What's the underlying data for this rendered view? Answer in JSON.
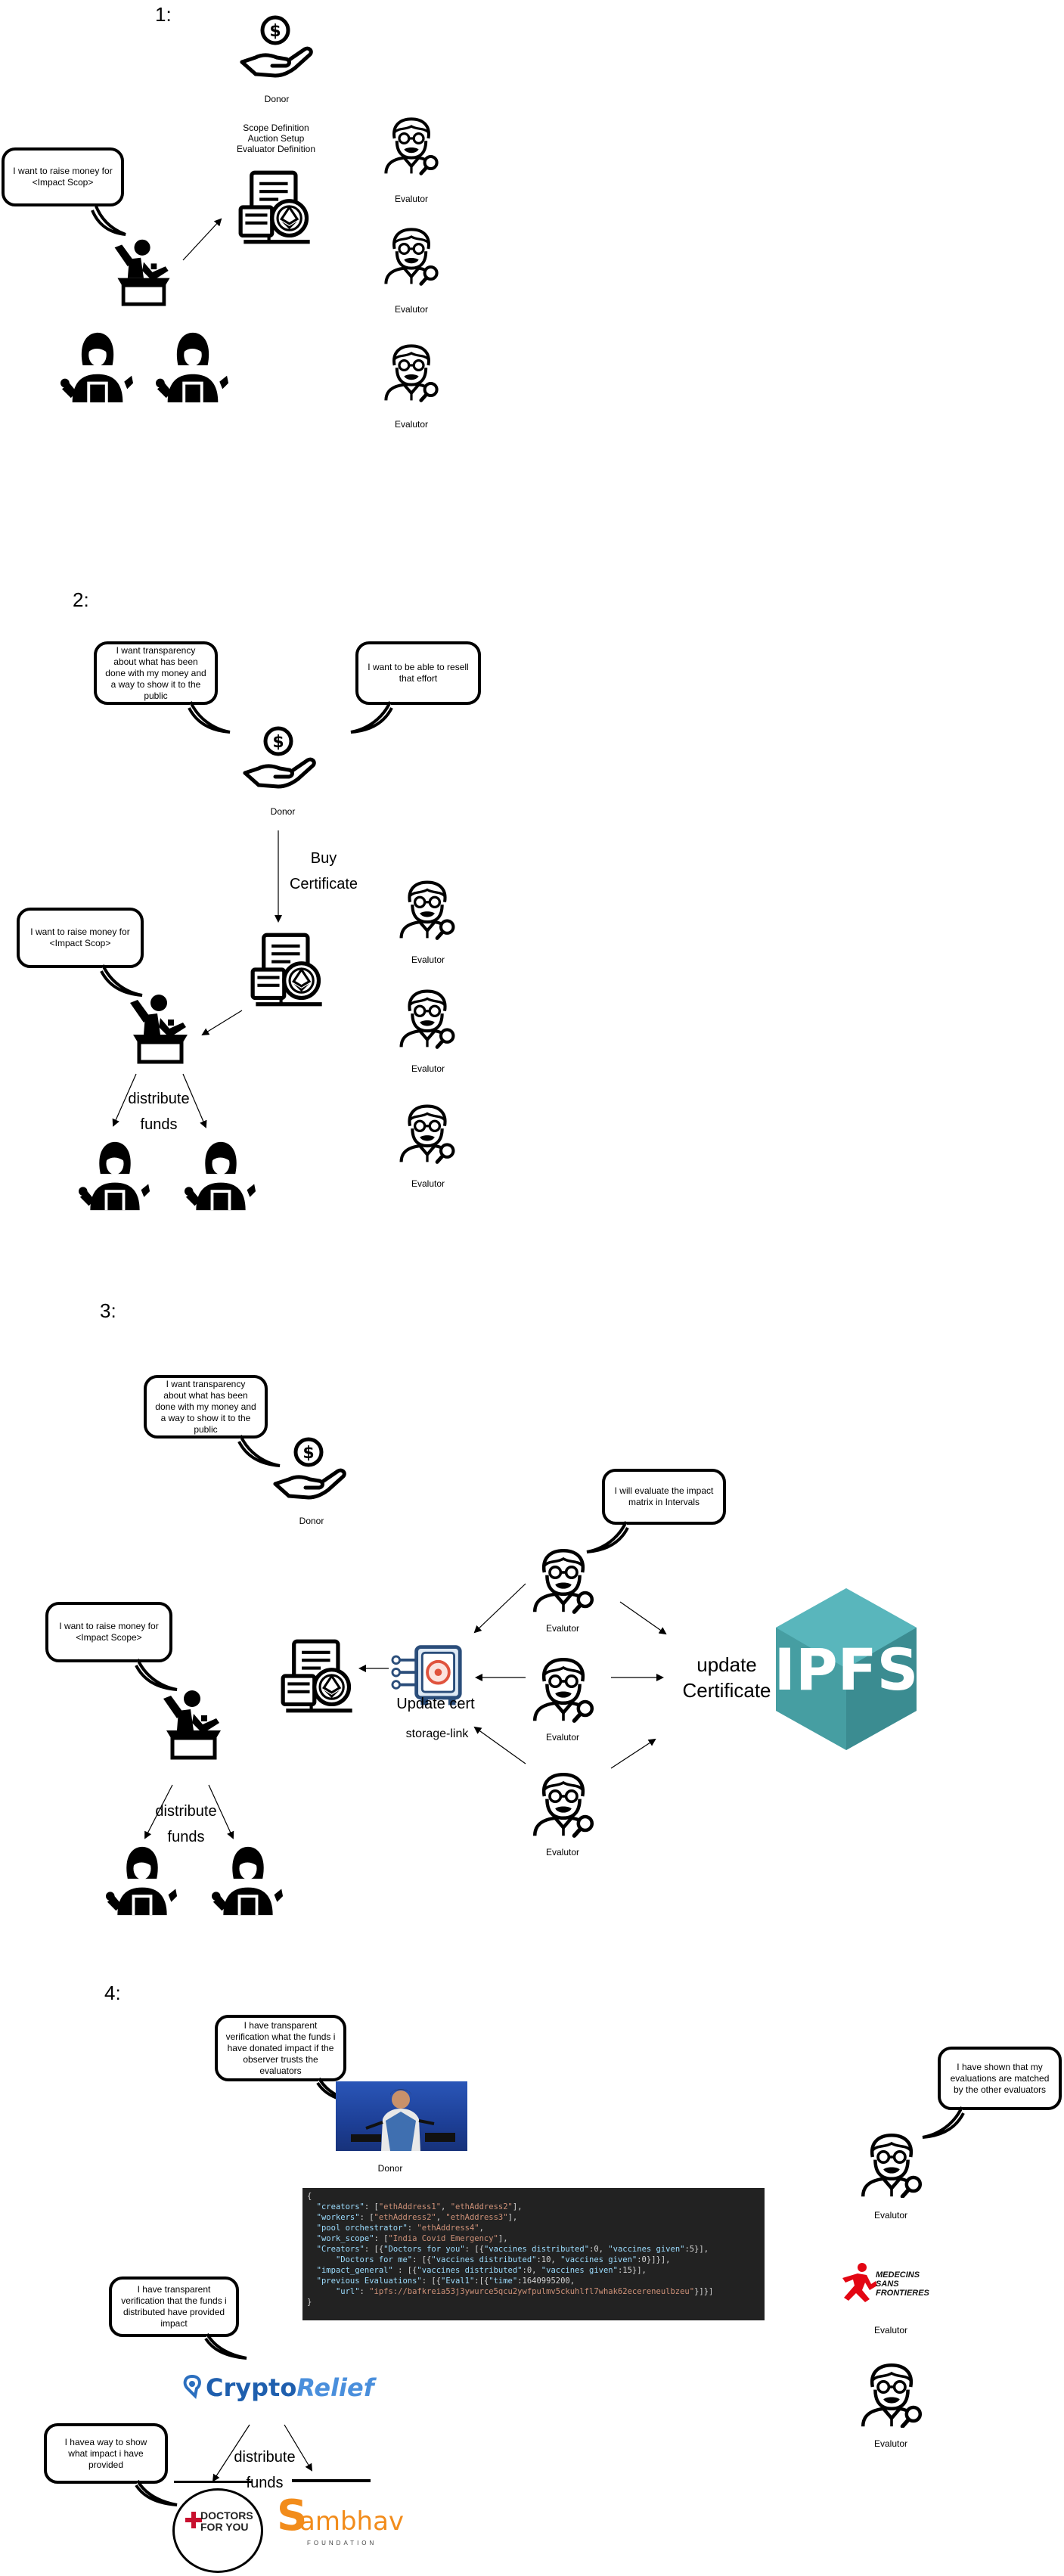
{
  "steps": [
    "1:",
    "2:",
    "3:",
    "4:"
  ],
  "roles": {
    "donor": "Donor",
    "evaluator": "Evalutor"
  },
  "step1": {
    "scope_text": [
      "Scope Definition",
      "Auction Setup",
      "Evaluator Definition"
    ],
    "bubble_raise": "I want to raise money for <Impact Scop>"
  },
  "step2": {
    "bubble_transparency": "I want transparency about what has been done with my money and a way to show it to the public",
    "bubble_resell": "I want to be able to resell that effort",
    "buy_certificate": [
      "Buy",
      "Certificate"
    ],
    "bubble_raise": "I want to raise money for <Impact Scop>",
    "distribute_funds": [
      "distribute",
      "funds"
    ]
  },
  "step3": {
    "bubble_transparency": "I want transparency about what has been done with my money and a way to show it to the public",
    "bubble_raise": "I want to raise money for <Impact Scope>",
    "bubble_evaluate": "I will evaluate the impact matrix in Intervals",
    "update_cert": "Update cert",
    "storage_link": "storage-link",
    "update_certificate": [
      "update",
      "Certificate"
    ],
    "distribute_funds": [
      "distribute",
      "funds"
    ],
    "ipfs_logo": "IPFS"
  },
  "step4": {
    "bubble_donor": "I have transparent verification what the funds i have donated impact if the observer trusts the evaluators",
    "bubble_evaluator": "I have shown that my evaluations are matched by the other evaluators",
    "bubble_org": "I have transparent verification that the funds i distributed have provided impact",
    "bubble_show": "I havea way to show what impact i have provided",
    "distribute_funds": [
      "distribute",
      "funds"
    ],
    "org_logo_a": "Crypto",
    "org_logo_b": "Relief",
    "msf_logo": [
      "MEDECINS",
      "SANS FRONTIERES"
    ],
    "dfy_logo": [
      "DOCTORS",
      "FOR YOU"
    ],
    "sambhav_logo": [
      "ambhav",
      "FOUNDATION"
    ],
    "code_lines": [
      "{",
      "  \"creators\": [\"ethAddress1\", \"ethAddress2\"],",
      "  \"workers\": [\"ethAddress2\", \"ethAddress3\"],",
      "  \"pool orchestrator\": \"ethAddress4\",",
      "  \"work_scope\": [\"India Covid Emergency\"],",
      "  \"Creators\": [{\"Doctors for you\": [{\"vaccines distributed\":0, \"vaccines given\":5}],",
      "      \"Doctors for me\": [{\"vaccines distributed\":10, \"vaccines given\":0}]}],",
      "  \"impact_general\" : [{\"vaccines distributed\":0, \"vaccines given\":15}],",
      "  \"previous Evaluations\": [{\"Eval1\":[{\"time\":1640995200,",
      "      \"url\": \"ipfs://bafkreia53j3ywurce5qcu2ywfpulmv5ckuhlfl7whak62ecereneulbzeu\"}]}]",
      "}"
    ]
  }
}
